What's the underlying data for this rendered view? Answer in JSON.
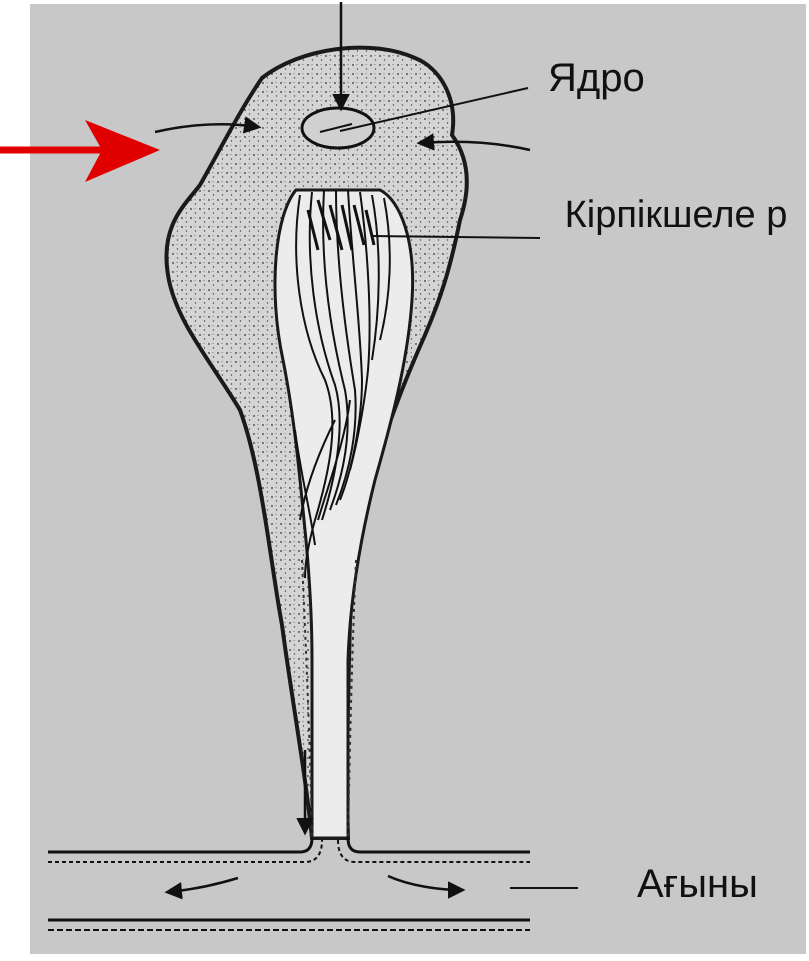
{
  "diagram": {
    "labels": {
      "nucleus": "Ядро",
      "cilia": "Кірпікшеле р",
      "flow": "Ағыны"
    },
    "colors": {
      "background": "#c8c8c8",
      "cell_fill": "#d6d6d6",
      "outline": "#1a1a1a",
      "highlight_arrow": "#e00000"
    }
  }
}
